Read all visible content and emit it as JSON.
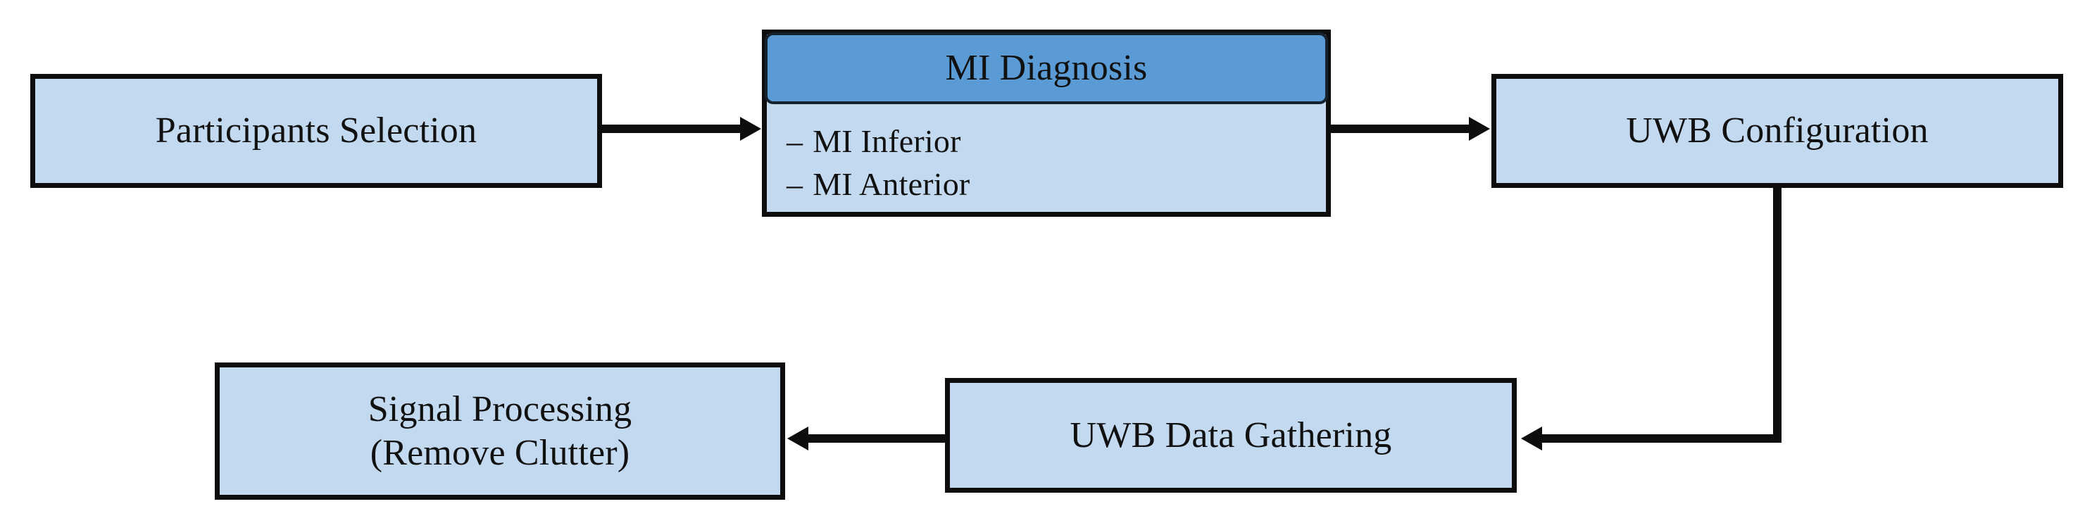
{
  "diagram": {
    "title": "UWB MI study workflow flowchart",
    "colors": {
      "node_fill": "#c3d9ef",
      "header_fill": "#5b9bd5",
      "stroke": "#0d0d0d",
      "background": "#ffffff",
      "text": "#111111"
    },
    "nodes": [
      {
        "id": "participants-selection",
        "label": "Participants Selection",
        "type": "process"
      },
      {
        "id": "mi-diagnosis",
        "header": "MI Diagnosis",
        "type": "composite",
        "items": [
          {
            "dash": "–",
            "label": "MI Inferior"
          },
          {
            "dash": "–",
            "label": "MI Anterior"
          }
        ]
      },
      {
        "id": "uwb-configuration",
        "label": "UWB Configuration",
        "type": "process"
      },
      {
        "id": "uwb-data-gathering",
        "label": "UWB Data Gathering",
        "type": "process"
      },
      {
        "id": "signal-processing",
        "line1": "Signal Processing",
        "line2": "(Remove Clutter)",
        "type": "process"
      }
    ],
    "edges": [
      {
        "id": "edge-participants-to-diagnosis",
        "from": "participants-selection",
        "to": "mi-diagnosis",
        "direction": "right"
      },
      {
        "id": "edge-diagnosis-to-configuration",
        "from": "mi-diagnosis",
        "to": "uwb-configuration",
        "direction": "right"
      },
      {
        "id": "edge-configuration-to-gathering",
        "from": "uwb-configuration",
        "to": "uwb-data-gathering",
        "direction": "down-left"
      },
      {
        "id": "edge-gathering-to-processing",
        "from": "uwb-data-gathering",
        "to": "signal-processing",
        "direction": "left"
      }
    ]
  }
}
